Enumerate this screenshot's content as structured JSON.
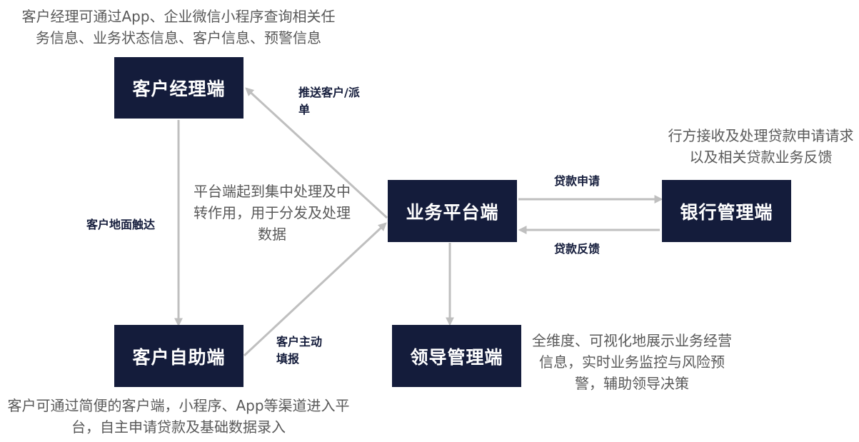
{
  "nodes": {
    "manager": "客户经理端",
    "platform": "业务平台端",
    "bank": "银行管理端",
    "self_service": "客户自助端",
    "leader": "领导管理端"
  },
  "descriptions": {
    "manager": "客户经理可通过App、企业微信小程序查询相关任务信息、业务状态信息、客户信息、预警信息",
    "bank": "行方接收及处理贷款申请请求以及相关贷款业务反馈",
    "platform": "平台端起到集中处理及中转作用，用于分发及处理数据",
    "self_service": "客户可通过简便的客户端，小程序、App等渠道进入平台，自主申请贷款及基础数据录入",
    "leader": "全维度、可视化地展示业务经营信息，实时业务监控与风险预警，辅助领导决策"
  },
  "edges": {
    "push": "推送客户/派单",
    "ground": "客户地面触达",
    "loan_apply": "贷款申请",
    "loan_feedback": "贷款反馈",
    "self_fill": "客户主动填报"
  },
  "colors": {
    "node_bg": "#141c3b",
    "arrow": "#bfbfbf",
    "desc_text": "#595959"
  }
}
